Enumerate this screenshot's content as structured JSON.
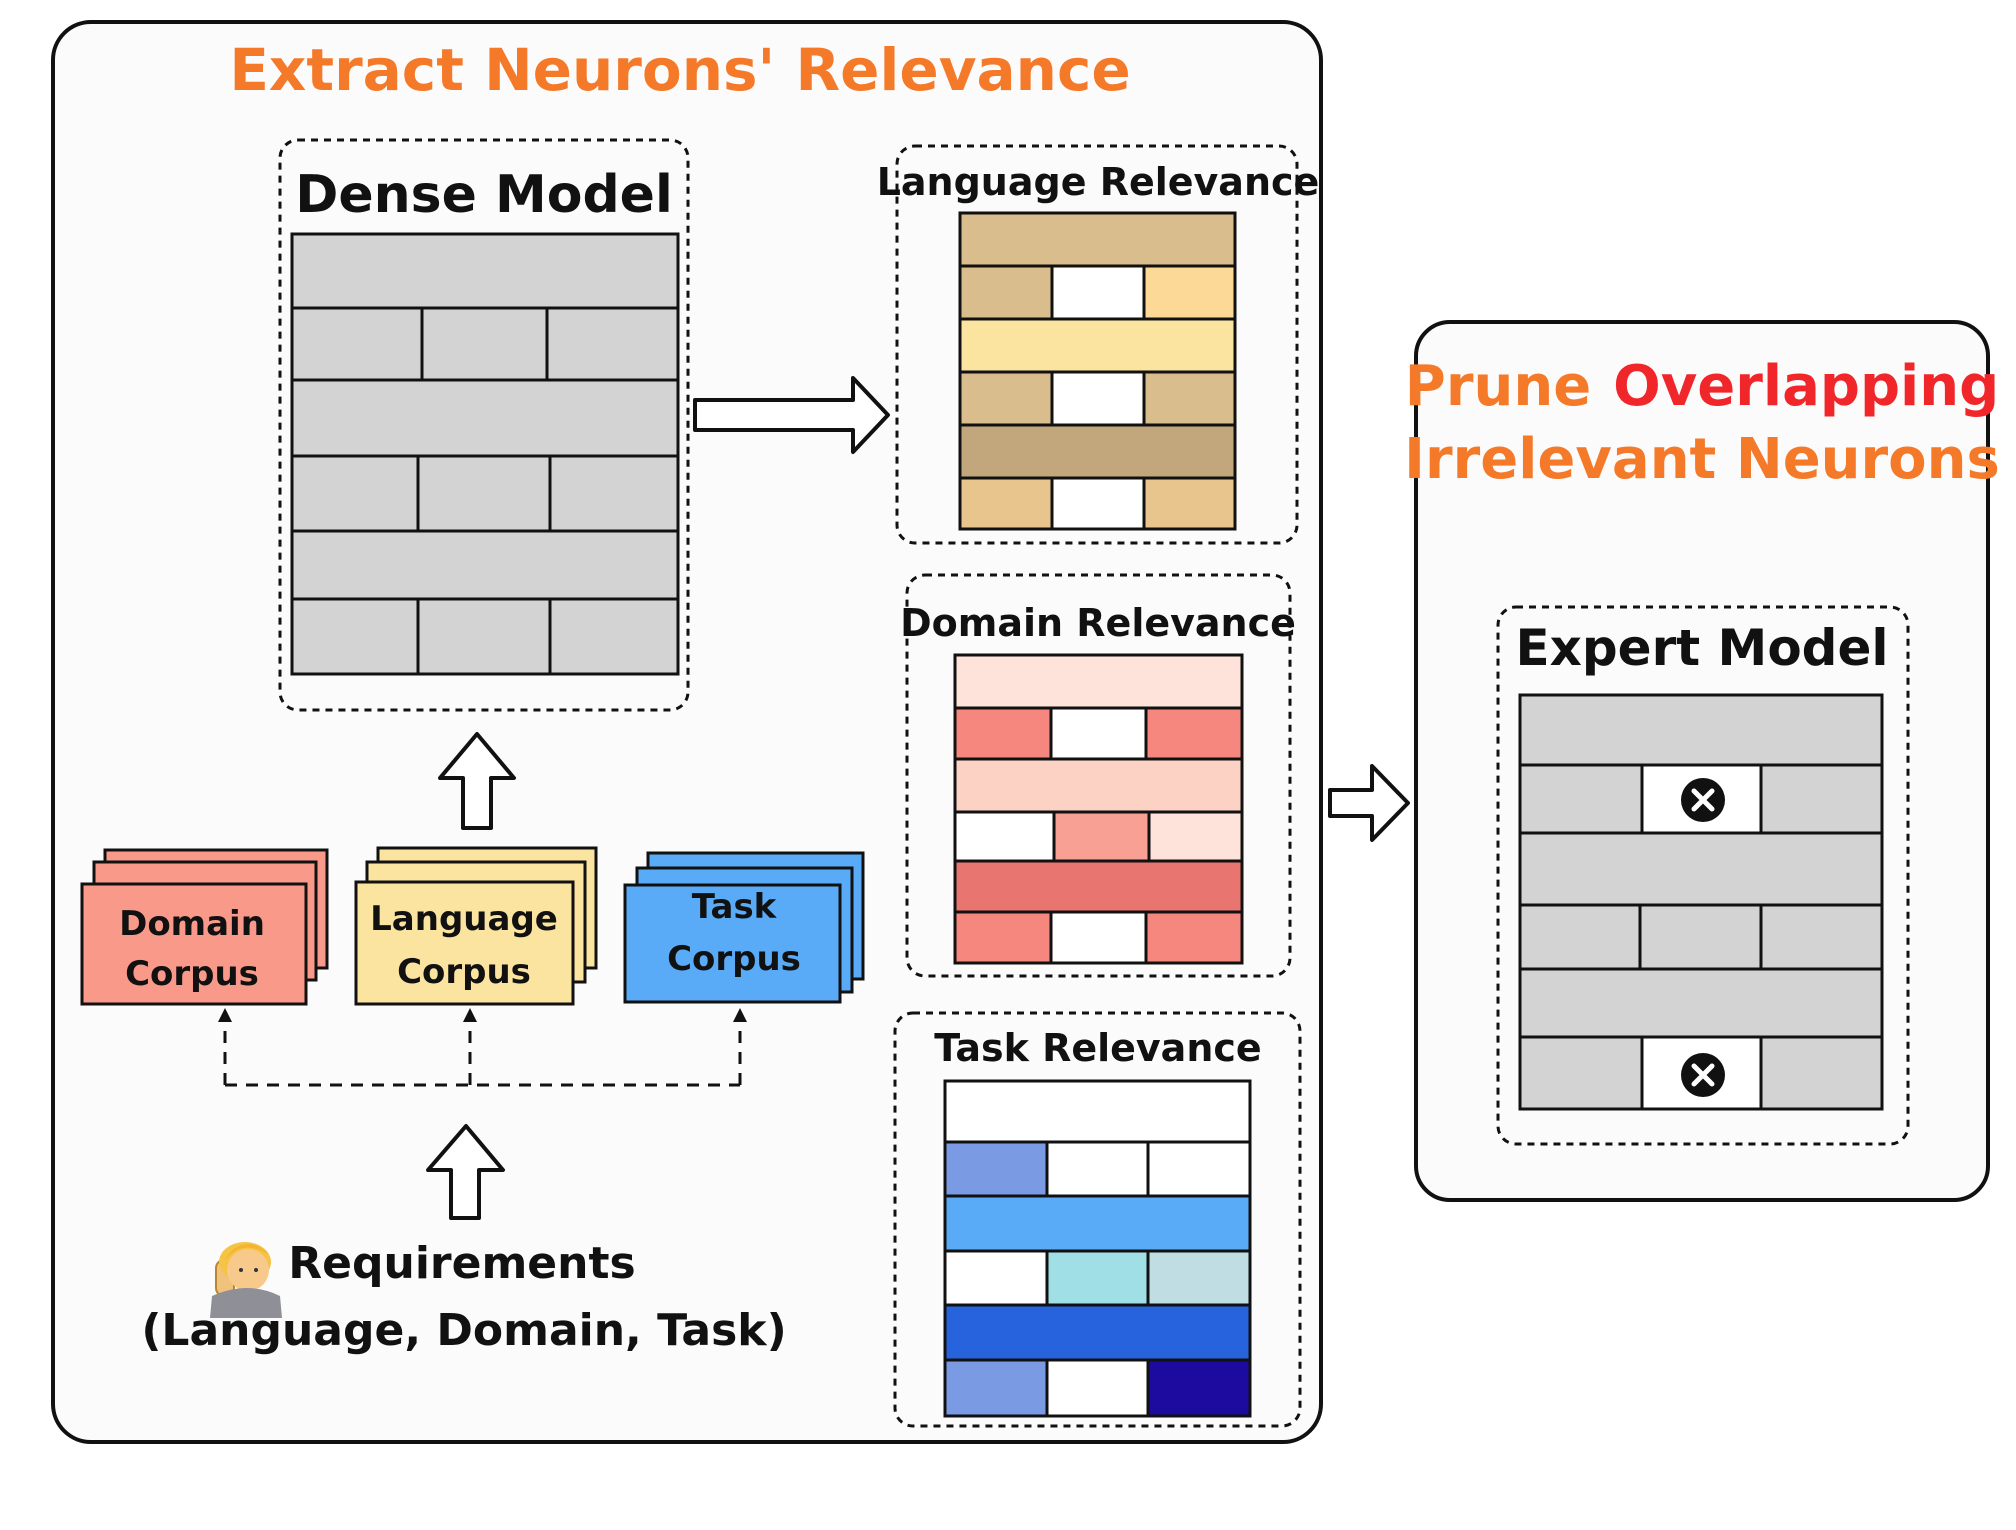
{
  "diagram": {
    "left_panel_title": "Extract Neurons' Relevance",
    "dense_model_label": "Dense Model",
    "language_relevance_label": "Language Relevance",
    "domain_relevance_label": "Domain Relevance",
    "task_relevance_label": "Task Relevance",
    "corpora": {
      "domain": [
        "Domain",
        "Corpus"
      ],
      "language": [
        "Language",
        "Corpus"
      ],
      "task": [
        "Task",
        "Corpus"
      ]
    },
    "requirements_line1": "Requirements",
    "requirements_line2": "(Language, Domain, Task)",
    "right_panel_title_word1": "Prune",
    "right_panel_title_word2": "Overlapping",
    "right_panel_title_line2": "Irrelevant Neurons",
    "expert_model_label": "Expert Model"
  },
  "colors": {
    "title_orange": "#f47a2a",
    "title_red": "#f0262b",
    "gray_block": "#d3d3d3",
    "domain_corpus": "#f9998a",
    "language_corpus": "#fbe3a0",
    "task_corpus": "#5aabf7"
  }
}
